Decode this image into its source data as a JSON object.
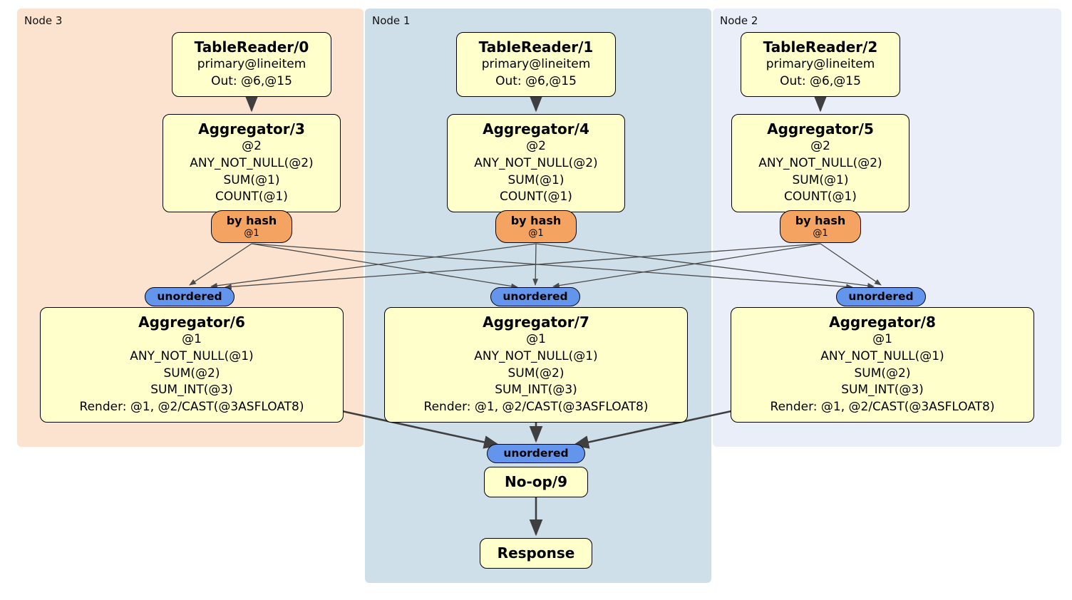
{
  "panels": {
    "node3": {
      "label": "Node 3"
    },
    "node1": {
      "label": "Node 1"
    },
    "node2": {
      "label": "Node 2"
    }
  },
  "processors": {
    "tablereader0": {
      "title": "TableReader/0",
      "lines": [
        "primary@lineitem",
        "Out: @6,@15"
      ]
    },
    "tablereader1": {
      "title": "TableReader/1",
      "lines": [
        "primary@lineitem",
        "Out: @6,@15"
      ]
    },
    "tablereader2": {
      "title": "TableReader/2",
      "lines": [
        "primary@lineitem",
        "Out: @6,@15"
      ]
    },
    "aggregator3": {
      "title": "Aggregator/3",
      "lines": [
        "@2",
        "ANY_NOT_NULL(@2)",
        "SUM(@1)",
        "COUNT(@1)"
      ]
    },
    "aggregator4": {
      "title": "Aggregator/4",
      "lines": [
        "@2",
        "ANY_NOT_NULL(@2)",
        "SUM(@1)",
        "COUNT(@1)"
      ]
    },
    "aggregator5": {
      "title": "Aggregator/5",
      "lines": [
        "@2",
        "ANY_NOT_NULL(@2)",
        "SUM(@1)",
        "COUNT(@1)"
      ]
    },
    "aggregator6": {
      "title": "Aggregator/6",
      "lines": [
        "@1",
        "ANY_NOT_NULL(@1)",
        "SUM(@2)",
        "SUM_INT(@3)",
        "Render: @1, @2/CAST(@3ASFLOAT8)"
      ]
    },
    "aggregator7": {
      "title": "Aggregator/7",
      "lines": [
        "@1",
        "ANY_NOT_NULL(@1)",
        "SUM(@2)",
        "SUM_INT(@3)",
        "Render: @1, @2/CAST(@3ASFLOAT8)"
      ]
    },
    "aggregator8": {
      "title": "Aggregator/8",
      "lines": [
        "@1",
        "ANY_NOT_NULL(@1)",
        "SUM(@2)",
        "SUM_INT(@3)",
        "Render: @1, @2/CAST(@3ASFLOAT8)"
      ]
    },
    "noop9": {
      "title": "No-op/9"
    },
    "response": {
      "title": "Response"
    }
  },
  "routers": {
    "hash_node3": {
      "label": "by hash",
      "detail": "@1"
    },
    "hash_node1": {
      "label": "by hash",
      "detail": "@1"
    },
    "hash_node2": {
      "label": "by hash",
      "detail": "@1"
    }
  },
  "streams": {
    "unordered": "unordered"
  },
  "colors": {
    "processor_fill": "#ffffcc",
    "router_fill": "#f4a460",
    "stream_fill": "#6495ed",
    "panel_node3": "#fce3cf",
    "panel_node1": "#cfdfea",
    "panel_node2": "#e9eef8"
  }
}
